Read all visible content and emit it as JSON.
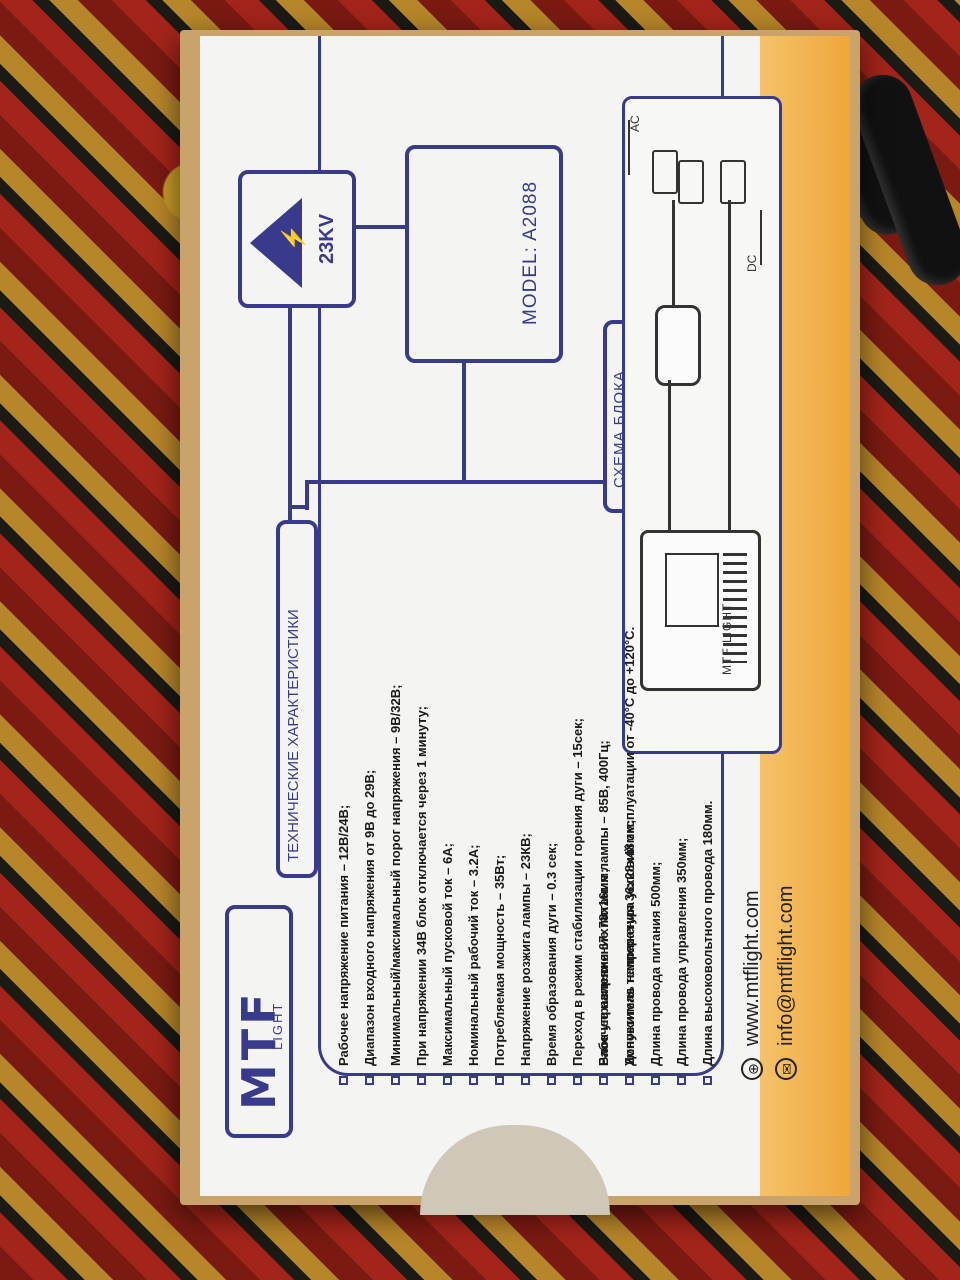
{
  "logo": {
    "brand": "MTF",
    "sub": "LIGHT"
  },
  "headers": {
    "tech_specs": "ТЕХНИЧЕСКИЕ ХАРАКТЕРИСТИКИ",
    "scheme": "СХЕМА БЛОКА"
  },
  "warning": {
    "voltage": "23KV"
  },
  "model": {
    "label": "MODEL: A2088"
  },
  "diagram": {
    "ac": "AC",
    "dc": "DC",
    "unit_label": "MTF LIGHT"
  },
  "specs": [
    "Рабочее напряжение питания – 12В/24В;",
    "Диапазон входного напряжения от 9В до 29В;",
    "Минимальный/максимальный порог напряжения – 9В/32В;",
    "При напряжении 34В блок отключается через 1 минуту;",
    "Максимальный пусковой ток – 6А;",
    "Номинальный рабочий ток – 3.2А;",
    "Потребляемая мощность – 35Вт;",
    "Напряжение розжига лампы – 23КВ;",
    "Время образования дуги – 0.3 сек;",
    "Переход в режим стабилизации горения дуги – 15сек;",
    "Рабочее напряжение питания лампы – 85В, 400Гц;",
    "Допустимая температура условий эксплуатации от -40°С до +120°С."
  ],
  "dimensions": [
    "Блок управления 67x78x16мм;",
    "Умножитель напряжения 36x28x48мм;",
    "Длина провода питания 500мм;",
    "Длина провода управления 350мм;",
    "Длина высоковольтного провода 180мм."
  ],
  "contacts": {
    "web": "www.mtflight.com",
    "email": "info@mtflight.com"
  }
}
